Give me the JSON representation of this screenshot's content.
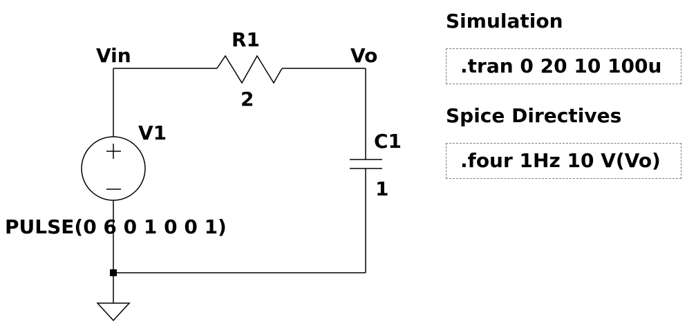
{
  "nets": {
    "vin": "Vin",
    "vo": "Vo"
  },
  "components": {
    "r1": {
      "name": "R1",
      "value": "2"
    },
    "c1": {
      "name": "C1",
      "value": "1"
    },
    "v1": {
      "name": "V1",
      "value": "PULSE(0 6 0 1 0 0 1)"
    }
  },
  "panels": {
    "simulation": {
      "heading": "Simulation",
      "directive": ".tran 0 20 10 100u"
    },
    "spice": {
      "heading": "Spice Directives",
      "directive": ".four 1Hz 10 V(Vo)"
    }
  }
}
